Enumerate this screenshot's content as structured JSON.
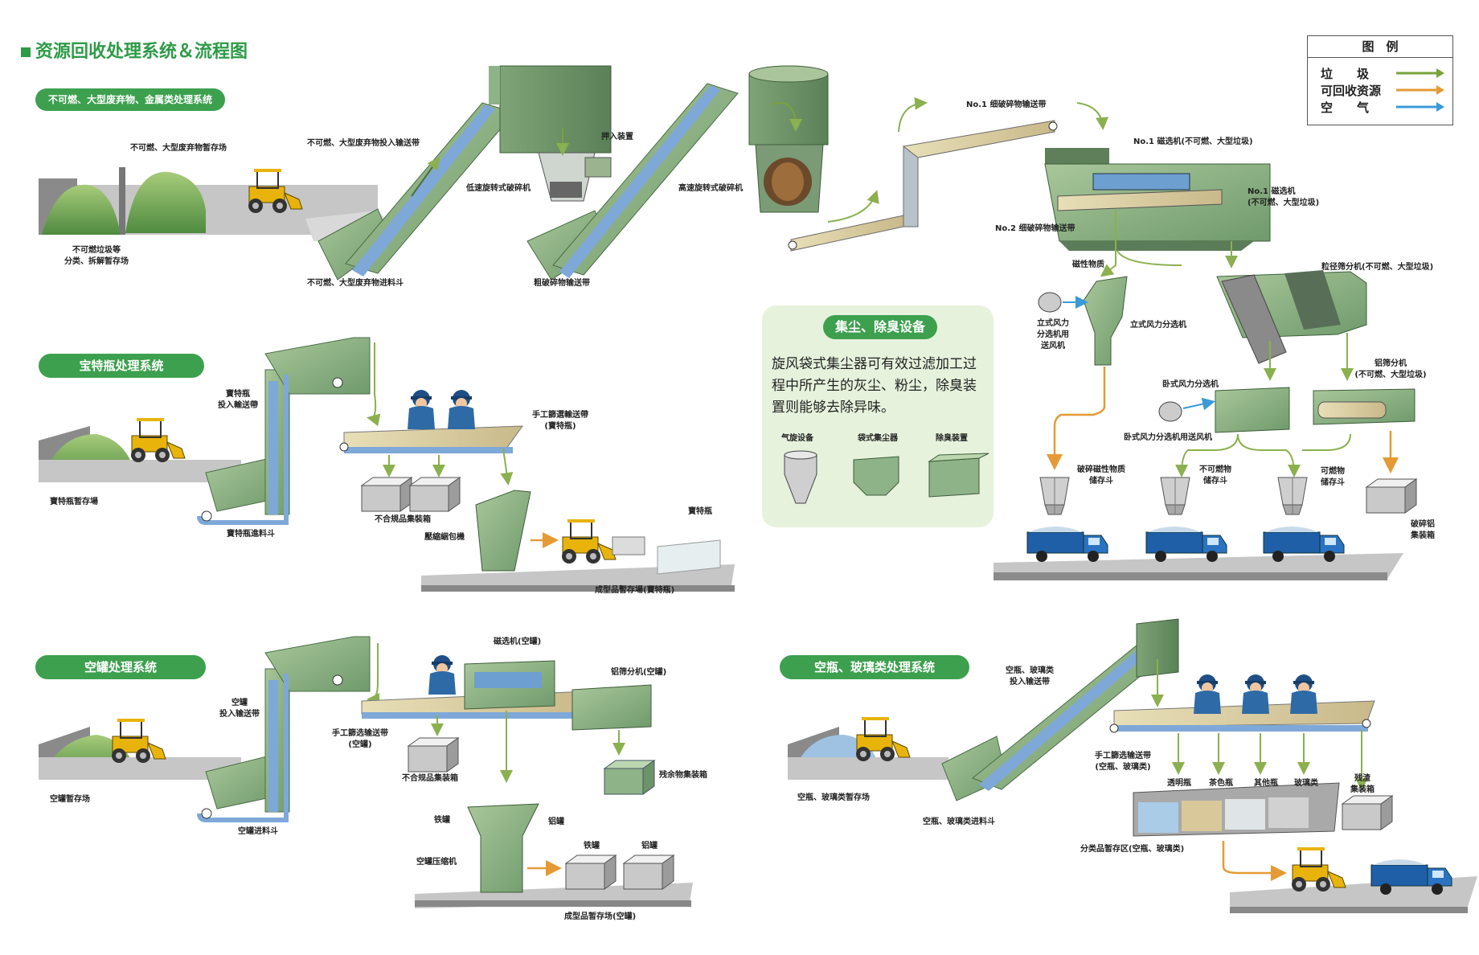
{
  "title": "资源回收处理系统＆流程图",
  "legend": {
    "header": "图　例",
    "items": [
      {
        "label": "垃　　圾",
        "color": "#7aa23b"
      },
      {
        "label": "可回收资源",
        "color": "#e59a35"
      },
      {
        "label": "空　　气",
        "color": "#3b9ad8"
      }
    ]
  },
  "sections": {
    "noncombustible": "不可燃、大型废弃物、金属类处理系统",
    "pet": "宝特瓶处理系统",
    "cans": "空罐处理系统",
    "bottles": "空瓶、玻璃类处理系统"
  },
  "dust_panel": {
    "title": "集尘、除臭设备",
    "text": "旋风袋式集尘器可有效过滤加工过程中所产生的灰尘、粉尘，除臭装置则能够去除异味。",
    "icons": [
      "气旋设备",
      "袋式集尘器",
      "除臭装置"
    ]
  },
  "labels": {
    "s1_storage": "不可燃、大型废弃物暂存场",
    "s1_sort_1": "不可燃垃圾等",
    "s1_sort_2": "分类、拆解暂存场",
    "s1_in_conveyor": "不可燃、大型废弃物投入输送带",
    "s1_hopper": "不可燃、大型废弃物进料斗",
    "s1_low_crusher": "低速旋转式破碎机",
    "s1_push": "押入装置",
    "s1_coarse_conveyor": "粗破碎物输送带",
    "s1_high_crusher": "高速旋转式破碎机",
    "s1_fine1": "No.1  细破碎物输送带",
    "s1_fine2": "No.2  细破碎物输送带",
    "s1_mag1": "No.1  磁选机(不可燃、大型垃圾)",
    "s1_mag1b_1": "No.1  磁选机",
    "s1_mag1b_2": "(不可燃、大型垃圾)",
    "s1_magnetic": "磁性物质",
    "s1_fan_1": "立式风力",
    "s1_fan_2": "分选机用",
    "s1_fan_3": "送风机",
    "s1_vertical": "立式风力分选机",
    "s1_trommel": "粒径筛分机(不可燃、大型垃圾)",
    "s1_horizontal": "卧式风力分选机",
    "s1_alsep_1": "铝筛分机",
    "s1_alsep_2": "(不可燃、大型垃圾)",
    "s1_hfan": "卧式风力分选机用送风机",
    "s1_mstore_1": "破碎磁性物质",
    "s1_mstore_2": "储存斗",
    "s1_nc_1": "不可燃物",
    "s1_nc_2": "储存斗",
    "s1_c_1": "可燃物",
    "s1_c_2": "储存斗",
    "s1_al_1": "破碎铝",
    "s1_al_2": "集装箱",
    "s2_in_1": "寶特瓶",
    "s2_in_2": "投入輸送帶",
    "s2_storage": "寶特瓶暂存場",
    "s2_hopper": "寶特瓶進料斗",
    "s2_manual_1": "手工篩選輸送帶",
    "s2_manual_2": "(寶特瓶)",
    "s2_reject": "不合規品集裝箱",
    "s2_baler": "壓縮綑包機",
    "s2_bales": "寶特瓶",
    "s2_product": "成型品暫存場(寶特瓶)",
    "s3_in_1": "空罐",
    "s3_in_2": "投入输送带",
    "s3_storage": "空罐暂存场",
    "s3_hopper": "空罐进料斗",
    "s3_manual_1": "手工篩选输送带",
    "s3_manual_2": "(空罐)",
    "s3_mag": "磁选机(空罐)",
    "s3_alsep": "铝筛分机(空罐)",
    "s3_reject": "不合规品集装箱",
    "s3_residue": "残余物集装箱",
    "s3_iron": "铁罐",
    "s3_al": "铝罐",
    "s3_press": "空罐压缩机",
    "s3_iron2": "铁罐",
    "s3_al2": "铝罐",
    "s3_product": "成型品暂存场(空罐)",
    "s4_in_1": "空瓶、玻璃类",
    "s4_in_2": "投入输送带",
    "s4_storage": "空瓶、玻璃类暂存场",
    "s4_hopper": "空瓶、玻璃类进料斗",
    "s4_manual_1": "手工篩选输送带",
    "s4_manual_2": "(空瓶、玻璃类)",
    "s4_clear": "透明瓶",
    "s4_brown": "茶色瓶",
    "s4_other": "其他瓶",
    "s4_glass": "玻璃类",
    "s4_res_1": "残渣",
    "s4_res_2": "集装箱",
    "s4_product": "分类品暂存区(空瓶、玻璃类)"
  }
}
